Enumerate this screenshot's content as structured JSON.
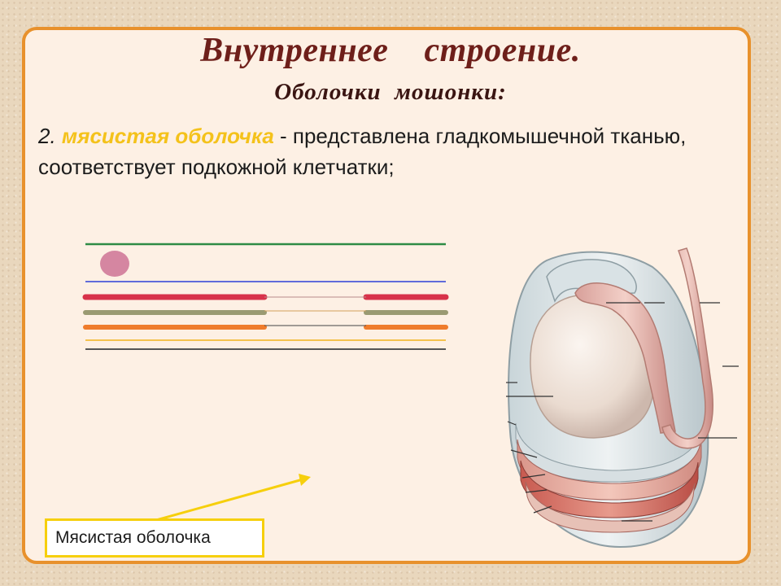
{
  "slide": {
    "title": "Внутреннее    строение.",
    "subtitle": "Оболочки  мошонки:",
    "paragraph": {
      "number": "2.",
      "term": "мясистая оболочка",
      "text": " - представлена гладкомышечной тканью, соответствует подкожной клетчатки;"
    },
    "caption": "Мясистая оболочка"
  },
  "colors": {
    "panel_border": "#e8912c",
    "term_color": "#f4c21b",
    "title_color": "#6e1f1a",
    "caption_border": "#f6cf0c",
    "arrow": "#f6cf0c"
  }
}
